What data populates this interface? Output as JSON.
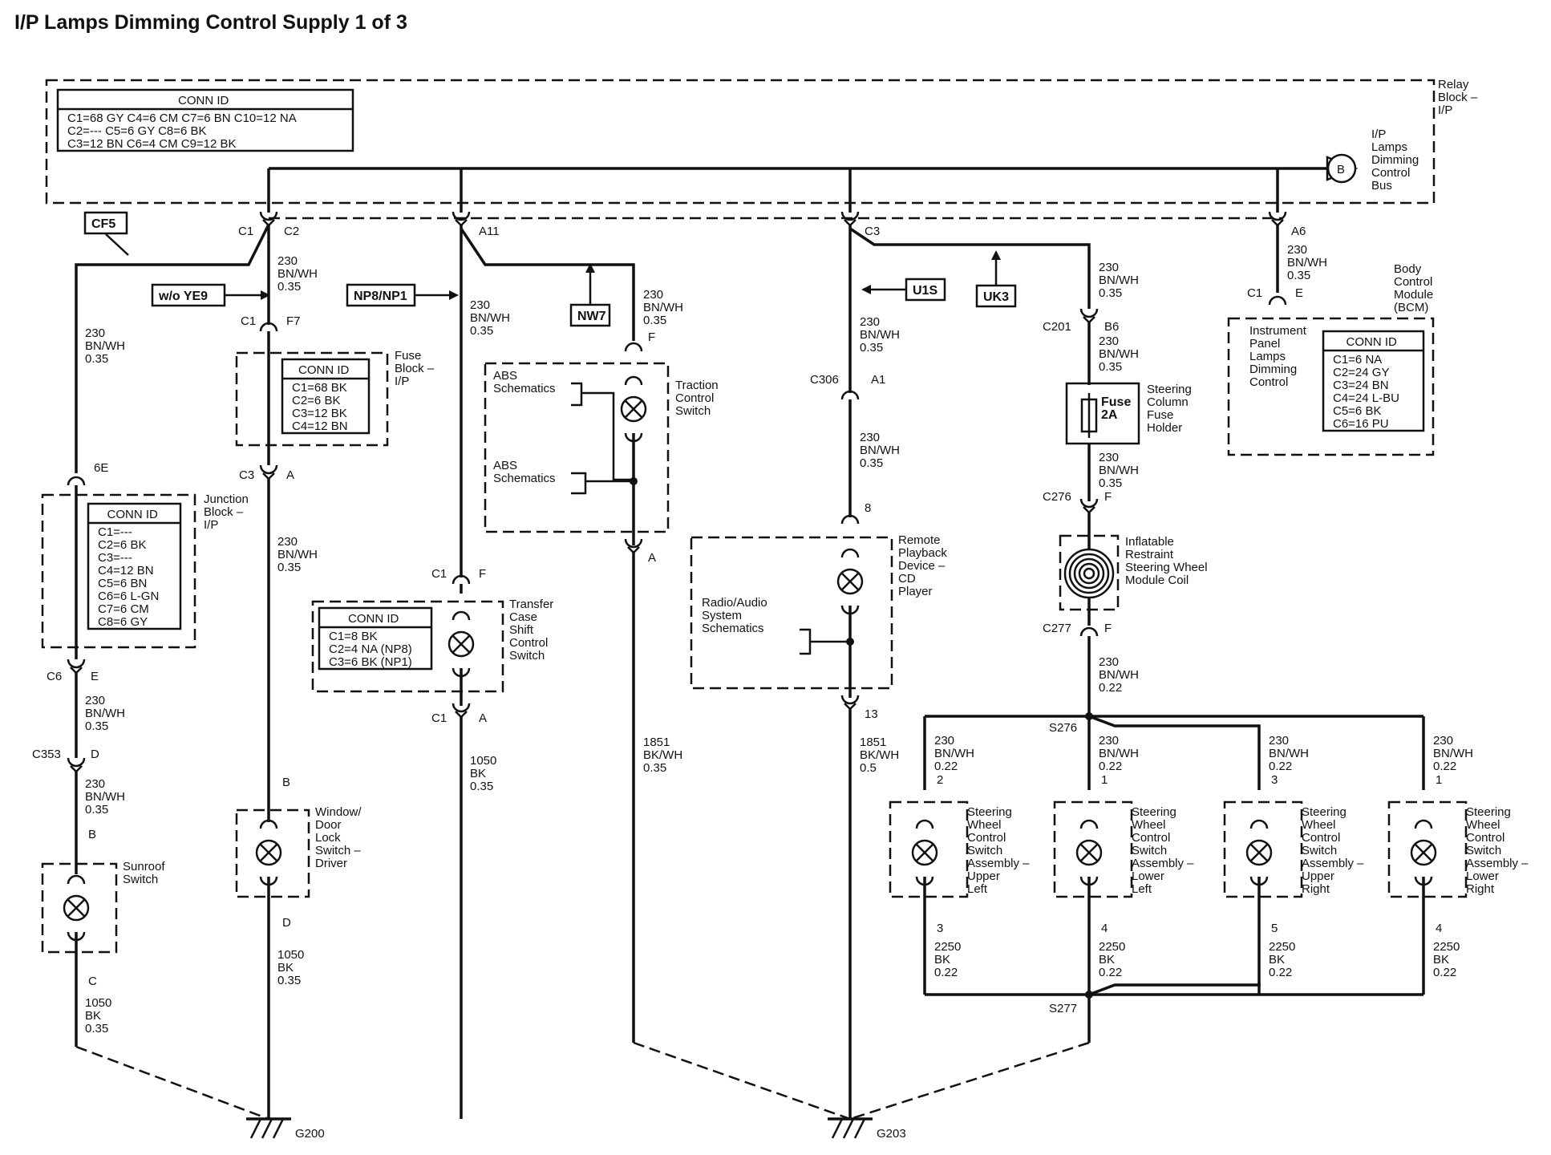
{
  "title": "I/P Lamps Dimming Control Supply 1 of 3",
  "relay_block": {
    "name": [
      "Relay",
      "Block –",
      "I/P"
    ],
    "conn_title": "CONN ID",
    "conn_rows": [
      "C1=68 GY   C4=6 CM   C7=6 BN   C10=12 NA",
      "C2=---        C5=6 GY   C8=6 BK",
      "C3=12 BN   C6=4 CM   C9=12 BK"
    ],
    "bus_letter": "B",
    "bus_label": [
      "I/P",
      "Lamps",
      "Dimming",
      "Control",
      "Bus"
    ],
    "conn_labels": [
      "C1",
      "C2",
      "A11",
      "C3",
      "A6"
    ]
  },
  "refs": [
    "CF5",
    "w/o YE9",
    "NP8/NP1",
    "NW7",
    "U1S",
    "UK3"
  ],
  "circuit_230": [
    "230",
    "BN/WH",
    "0.35"
  ],
  "circuit_230_22": [
    "230",
    "BN/WH",
    "0.22"
  ],
  "circuit_1850": [
    "1050",
    "BK",
    "0.35"
  ],
  "circuit_1851": [
    "1851",
    "BK/WH",
    "0.35"
  ],
  "circuit_1851_5": [
    "1851",
    "BK/WH",
    "0.5"
  ],
  "circuit_2250": [
    "2250",
    "BK",
    "0.22"
  ],
  "fuse_block": {
    "name": [
      "Fuse",
      "Block –",
      "I/P"
    ],
    "conn_title": "CONN ID",
    "conn_rows": [
      "C1=68 BK",
      "C2=6 BK",
      "C3=12 BK",
      "C4=12 BN"
    ],
    "pins": [
      "C1",
      "F7",
      "C3",
      "A"
    ]
  },
  "junction_block": {
    "name": [
      "Junction",
      "Block –",
      "I/P"
    ],
    "conn_title": "CONN ID",
    "conn_rows": [
      "C1=---",
      "C2=6 BK",
      "C3=---",
      "C4=12 BN",
      "C5=6 BN",
      "C6=6 L-GN",
      "C7=6 CM",
      "C8=6 GY"
    ],
    "pins": [
      "6E",
      "C6",
      "E",
      "C353",
      "D"
    ]
  },
  "sunroof": {
    "name": [
      "Sunroof",
      "Switch"
    ],
    "pins": [
      "B",
      "C"
    ]
  },
  "window": {
    "name": [
      "Window/",
      "Door",
      "Lock",
      "Switch –",
      "Driver"
    ],
    "pins": [
      "B",
      "D"
    ]
  },
  "abs": {
    "label": [
      "ABS",
      "Schematics"
    ]
  },
  "traction": {
    "name": [
      "Traction",
      "Control",
      "Switch"
    ],
    "pins": [
      "F",
      "A"
    ]
  },
  "transfer": {
    "name": [
      "Transfer",
      "Case",
      "Shift",
      "Control",
      "Switch"
    ],
    "conn_title": "CONN ID",
    "conn_rows": [
      "C1=8 BK",
      "C2=4 NA (NP8)",
      "C3=6 BK (NP1)"
    ],
    "pins": [
      "C1",
      "F",
      "C1",
      "A"
    ]
  },
  "radio": {
    "name": [
      "Remote",
      "Playback",
      "Device –",
      "CD",
      "Player"
    ],
    "schem": [
      "Radio/Audio",
      "System",
      "Schematics"
    ],
    "pins": [
      "C306",
      "A1",
      "8",
      "13"
    ]
  },
  "steering_fuse": {
    "name": [
      "Steering",
      "Column",
      "Fuse",
      "Holder"
    ],
    "fuse": [
      "Fuse",
      "2A"
    ],
    "pins": [
      "C201",
      "B6",
      "C276",
      "F",
      "C277",
      "F"
    ]
  },
  "coil": {
    "name": [
      "Inflatable",
      "Restraint",
      "Steering Wheel",
      "Module Coil"
    ]
  },
  "bcm": {
    "name": [
      "Body",
      "Control",
      "Module",
      "(BCM)"
    ],
    "inner": [
      "Instrument",
      "Panel",
      "Lamps",
      "Dimming",
      "Control"
    ],
    "conn_title": "CONN ID",
    "conn_rows": [
      "C1=6 NA",
      "C2=24 GY",
      "C3=24 BN",
      "C4=24 L-BU",
      "C5=6 BK",
      "C6=16 PU"
    ],
    "pins": [
      "C1",
      "E"
    ]
  },
  "splices": [
    "S276",
    "S277"
  ],
  "sw_assemblies": [
    {
      "name": [
        "Steering",
        "Wheel",
        "Control",
        "Switch",
        "Assembly –",
        "Upper",
        "Left"
      ],
      "pin_top": "2",
      "pin_bot": "3"
    },
    {
      "name": [
        "Steering",
        "Wheel",
        "Control",
        "Switch",
        "Assembly –",
        "Lower",
        "Left"
      ],
      "pin_top": "1",
      "pin_bot": "4"
    },
    {
      "name": [
        "Steering",
        "Wheel",
        "Control",
        "Switch",
        "Assembly –",
        "Upper",
        "Right"
      ],
      "pin_top": "3",
      "pin_bot": "5"
    },
    {
      "name": [
        "Steering",
        "Wheel",
        "Control",
        "Switch",
        "Assembly –",
        "Lower",
        "Right"
      ],
      "pin_top": "1",
      "pin_bot": "4"
    }
  ],
  "grounds": [
    "G200",
    "G203"
  ]
}
